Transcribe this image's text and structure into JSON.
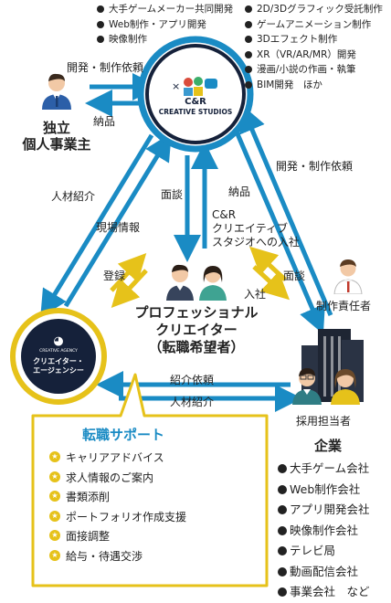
{
  "services_left": [
    "大手ゲームメーカー共同開発",
    "Web制作・アプリ開発",
    "映像制作"
  ],
  "services_right": [
    "2D/3Dグラフィック受託制作",
    "ゲームアニメーション制作",
    "3Dエフェクト制作",
    "XR（VR/AR/MR）開発",
    "漫画/小説の作画・執筆",
    "BIM開発　ほか"
  ],
  "studio_logo": {
    "line1": "C&R",
    "line2": "CREATIVE STUDIOS"
  },
  "agency_logo": {
    "small": "CREATIVE AGENCY",
    "line1": "クリエイター・",
    "line2": "エージェンシー"
  },
  "indie": {
    "line1": "独立",
    "line2": "個人事業主"
  },
  "arrows": {
    "dev_request_left": "開発・制作依頼",
    "delivery_left": "納品",
    "dev_request_right": "開発・制作依頼",
    "delivery_right": "納品",
    "talent_intro": "人材紹介",
    "site_info": "現場情報",
    "interview_center": "面談",
    "join_text": "C&R\nクリエイティブ\nスタジオへの入社",
    "register": "登録",
    "interview_right": "面談",
    "join": "入社",
    "intro_request": "紹介依頼",
    "talent_intro_bottom": "人材紹介"
  },
  "professional": {
    "line1": "プロフェッショナル",
    "line2": "クリエイター",
    "line3": "（転職希望者）"
  },
  "manager_label": "制作責任者",
  "recruiter_label": "採用担当者",
  "company_title": "企業",
  "companies": [
    "大手ゲーム会社",
    "Web制作会社",
    "アプリ開発会社",
    "映像制作会社",
    "テレビ局",
    "動画配信会社",
    "事業会社　など"
  ],
  "support": {
    "title": "転職サポート",
    "items": [
      "キャリアアドバイス",
      "求人情報のご案内",
      "書類添削",
      "ポートフォリオ作成支援",
      "面接調整",
      "給与・待遇交渉"
    ]
  },
  "colors": {
    "blue": "#1a8bc4",
    "yellow": "#e6c21a",
    "navy": "#15213a"
  }
}
